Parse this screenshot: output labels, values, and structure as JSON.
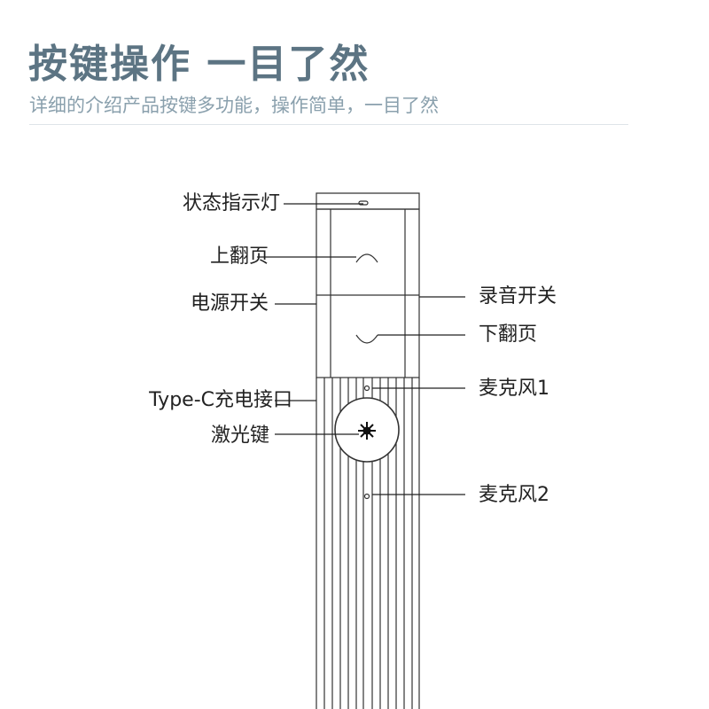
{
  "header": {
    "title": "按键操作 一目了然",
    "subtitle": "详细的介绍产品按键多功能，操作简单，一目了然"
  },
  "theme": {
    "title_color": "#5c7483",
    "subtitle_color": "#8aa0ad",
    "line_color": "#333333"
  },
  "labels": {
    "status_led": "状态指示灯",
    "page_up": "上翻页",
    "power_switch": "电源开关",
    "type_c_port": "Type-C充电接口",
    "laser_key": "激光键",
    "record_switch": "录音开关",
    "page_down": "下翻页",
    "mic1": "麦克风1",
    "mic2": "麦克风2"
  }
}
